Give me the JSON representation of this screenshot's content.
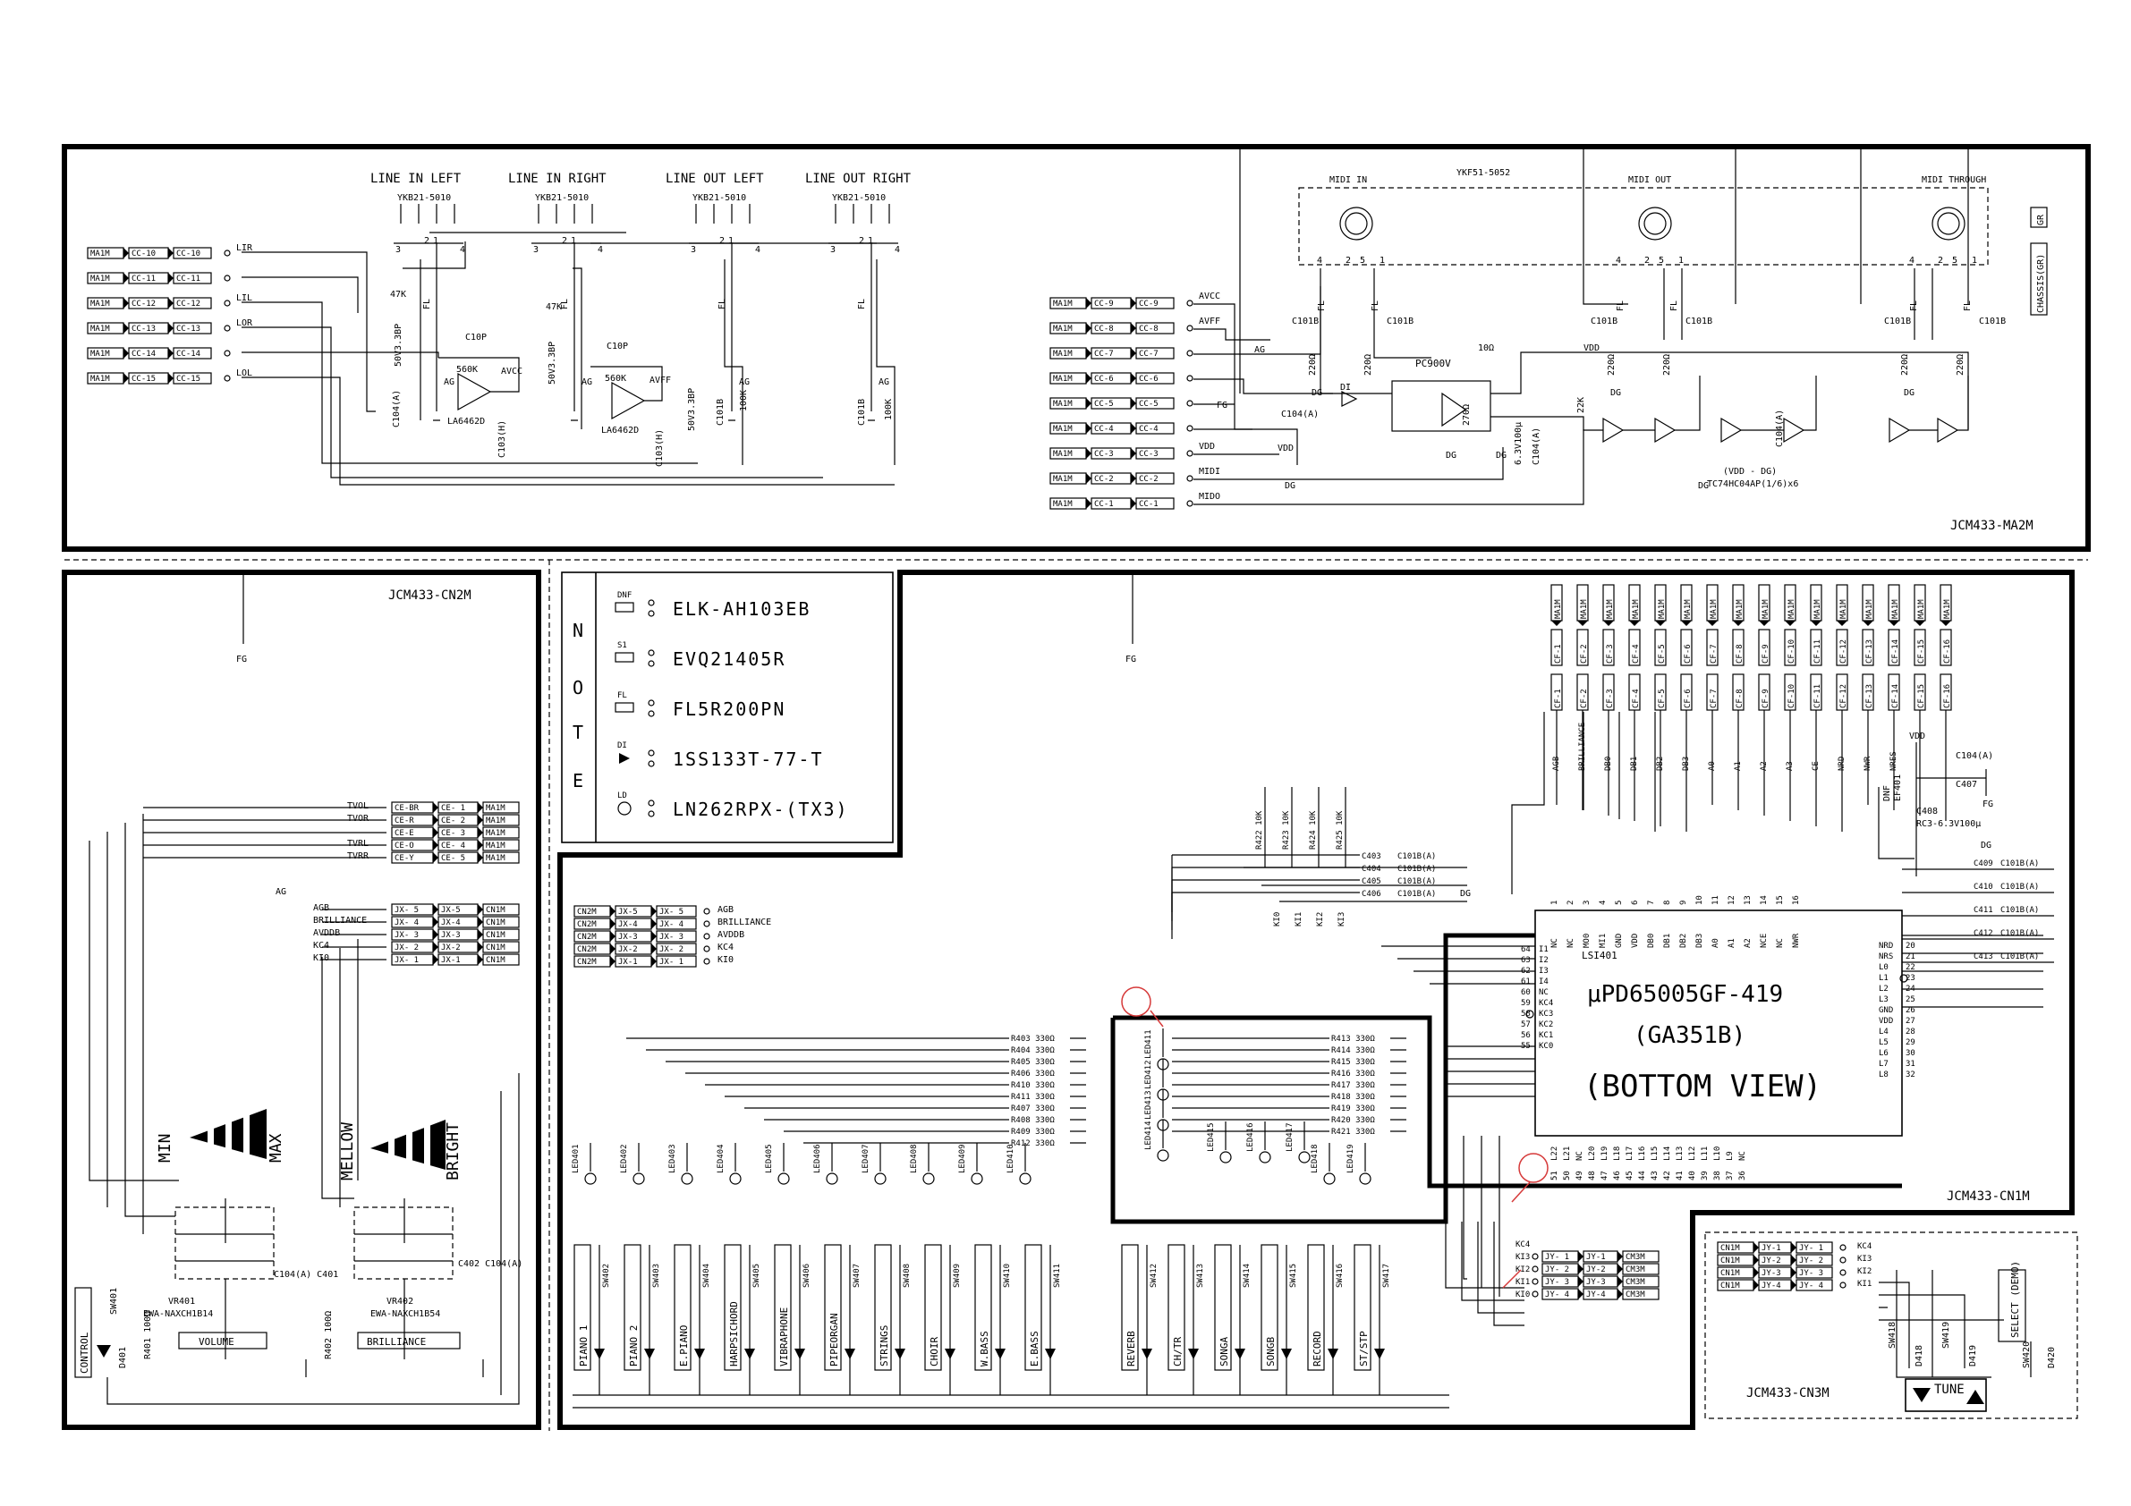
{
  "boards": {
    "ma2m": "JCM433-MA2M",
    "cn2m": "JCM433-CN2M",
    "cn1m": "JCM433-CN1M",
    "cn3m": "JCM433-CN3M"
  },
  "audio": {
    "jack_titles": [
      "LINE IN LEFT",
      "LINE IN RIGHT",
      "LINE OUT LEFT",
      "LINE OUT RIGHT"
    ],
    "jack_part": "YKB21-5010",
    "connector_rows": [
      {
        "ma": "MA1M",
        "cc": "CC-10",
        "sig": "LIR"
      },
      {
        "ma": "MA1M",
        "cc": "CC-11",
        "sig": ""
      },
      {
        "ma": "MA1M",
        "cc": "CC-12",
        "sig": "LIL"
      },
      {
        "ma": "MA1M",
        "cc": "CC-13",
        "sig": "LOR"
      },
      {
        "ma": "MA1M",
        "cc": "CC-14",
        "sig": ""
      },
      {
        "ma": "MA1M",
        "cc": "CC-15",
        "sig": "LOL"
      }
    ],
    "labels": {
      "r47k": "47K",
      "c10p": "C10P",
      "r560k": "560K",
      "avcc": "AVCC",
      "avff": "AVFF",
      "ic": "LA6462D",
      "cap_bp": "50V3.3BP",
      "c103h": "C103(H)",
      "c104a": "C104(A)",
      "c101b": "C101B",
      "r100k": "100K",
      "ag": "AG",
      "fg": "FG",
      "fl": "FL"
    }
  },
  "midi": {
    "titles": [
      "MIDI IN",
      "MIDI OUT",
      "MIDI THROUGH"
    ],
    "part": "YKF51-5052",
    "connector_rows": [
      {
        "ma": "MA1M",
        "cc": "CC-9",
        "sig": "AVCC"
      },
      {
        "ma": "MA1M",
        "cc": "CC-8",
        "sig": "AVFF"
      },
      {
        "ma": "MA1M",
        "cc": "CC-7",
        "sig": ""
      },
      {
        "ma": "MA1M",
        "cc": "CC-6",
        "sig": ""
      },
      {
        "ma": "MA1M",
        "cc": "CC-5",
        "sig": ""
      },
      {
        "ma": "MA1M",
        "cc": "CC-4",
        "sig": ""
      },
      {
        "ma": "MA1M",
        "cc": "CC-3",
        "sig": "VDD"
      },
      {
        "ma": "MA1M",
        "cc": "CC-2",
        "sig": "MIDI"
      },
      {
        "ma": "MA1M",
        "cc": "CC-1",
        "sig": "MIDO"
      }
    ],
    "labels": {
      "opto": "PC900V",
      "r10": "10Ω",
      "r220": "220Ω",
      "r270": "270Ω",
      "r22k": "22K",
      "cap": "6.3V100μ",
      "c104a": "C104(A)",
      "c101b": "C101B",
      "vdd": "VDD",
      "dg": "DG",
      "ag": "AG",
      "fg": "FG",
      "di": "DI",
      "fl": "FL",
      "gate_note1": "(VDD - DG)",
      "gate_note2": "TC74HC04AP(1/6)x6",
      "chassis": "CHASSIS(GR)",
      "gr": "GR"
    }
  },
  "notes": {
    "letters": [
      "N",
      "O",
      "T",
      "E"
    ],
    "parts": [
      "ELK-AH103EB",
      "EVQ21405R",
      "FL5R200PN",
      "1SS133T-77-T",
      "LN262RPX-(TX3)"
    ],
    "symbol_labels": [
      "DNF",
      "S1",
      "FL",
      "DI",
      "LD"
    ]
  },
  "cn2m": {
    "ce_rows": [
      {
        "sig": "TVOL",
        "ce": "CE-BR",
        "n": "CE- 1",
        "ma": "MA1M"
      },
      {
        "sig": "TVOR",
        "ce": "CE-R",
        "n": "CE- 2",
        "ma": "MA1M"
      },
      {
        "sig": "",
        "ce": "CE-E",
        "n": "CE- 3",
        "ma": "MA1M"
      },
      {
        "sig": "TVRL",
        "ce": "CE-O",
        "n": "CE- 4",
        "ma": "MA1M"
      },
      {
        "sig": "TVRR",
        "ce": "CE-Y",
        "n": "CE- 5",
        "ma": "MA1M"
      }
    ],
    "jx_rows": [
      {
        "sig": "AGB",
        "jx": "JX- 5",
        "n": "JX-5",
        "cn": "CN1M"
      },
      {
        "sig": "BRILLIANCE",
        "jx": "JX- 4",
        "n": "JX-4",
        "cn": "CN1M"
      },
      {
        "sig": "AVDDB",
        "jx": "JX- 3",
        "n": "JX-3",
        "cn": "CN1M"
      },
      {
        "sig": "KC4",
        "jx": "JX- 2",
        "n": "JX-2",
        "cn": "CN1M"
      },
      {
        "sig": "KI0",
        "jx": "JX- 1",
        "n": "JX-1",
        "cn": "CN1M"
      }
    ],
    "min": "MIN",
    "max": "MAX",
    "mellow": "MELLOW",
    "bright": "BRIGHT",
    "vr401": "VR401",
    "vr401_part": "EWA-NAXCH1B14",
    "vr402": "VR402",
    "vr402_part": "EWA-NAXCH1B54",
    "volume": "VOLUME",
    "brilliance": "BRILLIANCE",
    "control": "CONTROL",
    "sw401": "SW401",
    "d401": "D401",
    "r401": "R401 100Ω",
    "r402": "R402 100Ω",
    "c401": "C104(A) C401",
    "c402": "C402 C104(A)",
    "ag": "AG",
    "fg": "FG"
  },
  "cn1m": {
    "cf_connectors": [
      "CF-1",
      "CF-2",
      "CF-3",
      "CF-4",
      "CF-5",
      "CF-6",
      "CF-7",
      "CF-8",
      "CF-9",
      "CF-10",
      "CF-11",
      "CF-12",
      "CF-13",
      "CF-14",
      "CF-15",
      "CF-16"
    ],
    "cf_ma": "MA1M",
    "cf_signals": [
      "AGB",
      "BRILLIANCE",
      "DB0",
      "DB1",
      "DB2",
      "DB3",
      "A0",
      "A1",
      "A2",
      "A3",
      "CE",
      "NRD",
      "NWR",
      "NRES",
      "",
      ""
    ],
    "jx_rows": [
      {
        "cn": "CN2M",
        "jx": "JX-5",
        "n": "JX- 5",
        "sig": "AGB"
      },
      {
        "cn": "CN2M",
        "jx": "JX-4",
        "n": "JX- 4",
        "sig": "BRILLIANCE"
      },
      {
        "cn": "CN2M",
        "jx": "JX-3",
        "n": "JX- 3",
        "sig": "AVDDB"
      },
      {
        "cn": "CN2M",
        "jx": "JX-2",
        "n": "JX- 2",
        "sig": "KC4"
      },
      {
        "cn": "CN2M",
        "jx": "JX-1",
        "n": "JX- 1",
        "sig": "KI0"
      }
    ],
    "chip": {
      "name": "LSI401",
      "part": "μPD65005GF-419",
      "sub": "(GA351B)",
      "view": "(BOTTOM VIEW)"
    },
    "chip_top_pins": [
      "NC",
      "NC",
      "MO0",
      "MI1",
      "GND",
      "VDD",
      "DB0",
      "DB1",
      "DB2",
      "DB3",
      "A0",
      "A1",
      "A2",
      "NCE",
      "NC",
      "NWR"
    ],
    "chip_left_pins": [
      "I1",
      "I2",
      "I3",
      "I4",
      "NC",
      "KC4",
      "KC3",
      "KC2",
      "KC1",
      "KC0"
    ],
    "chip_right_pins": [
      "NRD",
      "NRS",
      "L0",
      "L1",
      "L2",
      "L3",
      "GND",
      "VDD",
      "L4",
      "L5",
      "L6",
      "L7",
      "L8"
    ],
    "chip_bottom_pins": [
      "L22",
      "L21",
      "NC",
      "L20",
      "L19",
      "L18",
      "L17",
      "L16",
      "L15",
      "L14",
      "L13",
      "L12",
      "L11",
      "L10",
      "L9",
      "NC"
    ],
    "resistors_left": [
      "R403 330Ω",
      "R404 330Ω",
      "R405 330Ω",
      "R406 330Ω",
      "R410 330Ω",
      "R411 330Ω",
      "R407 330Ω",
      "R408 330Ω",
      "R409 330Ω",
      "R412 330Ω"
    ],
    "resistors_right": [
      "R413 330Ω",
      "R414 330Ω",
      "R415 330Ω",
      "R416 330Ω",
      "R417 330Ω",
      "R418 330Ω",
      "R419 330Ω",
      "R420 330Ω",
      "R421 330Ω"
    ],
    "led_labels": [
      "LED401",
      "LED402",
      "LED403",
      "LED404",
      "LED405",
      "LED406",
      "LED407",
      "LED408",
      "LED409",
      "LED410",
      "LED411",
      "LED412",
      "LED413",
      "LED414",
      "LED415",
      "LED416",
      "LED417",
      "LED418",
      "LED419"
    ],
    "left_buttons": [
      "PIANO 1",
      "PIANO 2",
      "E.PIANO",
      "HARPSICHORD",
      "VIBRAPHONE",
      "PIPEORGAN",
      "STRINGS",
      "CHOIR",
      "W.BASS",
      "E.BASS"
    ],
    "right_buttons": [
      "REVERB",
      "CH/TR",
      "SONGA",
      "SONGB",
      "RECORD",
      "ST/STP"
    ],
    "sw_left": [
      "SW402",
      "SW403",
      "SW404",
      "SW405",
      "SW406",
      "SW407",
      "SW408",
      "SW409",
      "SW410",
      "SW411"
    ],
    "sw_right": [
      "SW412",
      "SW413",
      "SW414",
      "SW415",
      "SW416",
      "SW417"
    ],
    "ki_pins": [
      "KI0",
      "KI1",
      "KI2",
      "KI3",
      "KC4"
    ],
    "caps": [
      "C403",
      "C404",
      "C405",
      "C406"
    ],
    "cap_values": [
      "C101B(A)",
      "C101B(A)",
      "C101B(A)",
      "C101B(A)"
    ],
    "right_caps": [
      "C409",
      "C410",
      "C411",
      "C412",
      "C413"
    ],
    "right_cap_value": "C101B(A)",
    "r_top": [
      "R422 10K",
      "R423 10K",
      "R424 10K",
      "R425 10K"
    ],
    "jy_rows": [
      {
        "sig": "KC4",
        "jy": "",
        "n": "",
        "cm": ""
      },
      {
        "sig": "KI3",
        "jy": "JY- 1",
        "n": "JY-1",
        "cm": "CM3M"
      },
      {
        "sig": "KI2",
        "jy": "JY- 2",
        "n": "JY-2",
        "cm": "CM3M"
      },
      {
        "sig": "KI1",
        "jy": "JY- 3",
        "n": "JY-3",
        "cm": "CM3M"
      },
      {
        "sig": "KI0",
        "jy": "JY- 4",
        "n": "JY-4",
        "cm": "CM3M"
      }
    ],
    "vdd": "VDD",
    "dg": "DG",
    "fg": "FG",
    "c104a": "C104(A)",
    "c407": "C407",
    "c408": "C408",
    "c408_val": "RC3-6.3V100μ",
    "ef401": "EF401",
    "dnf": "DNF"
  },
  "cn3m": {
    "rows": [
      {
        "cn": "CN1M",
        "jy": "JY-1",
        "n": "JY- 1",
        "sig": "KC4"
      },
      {
        "cn": "CN1M",
        "jy": "JY-2",
        "n": "JY- 2",
        "sig": "KI3"
      },
      {
        "cn": "CN1M",
        "jy": "JY-3",
        "n": "JY- 3",
        "sig": "KI2"
      },
      {
        "cn": "CN1M",
        "jy": "JY-4",
        "n": "JY- 4",
        "sig": "KI1"
      }
    ],
    "select": "SELECT (DEMO)",
    "tune": "TUNE",
    "switches": [
      "SW418",
      "SW419",
      "SW420"
    ],
    "diodes": [
      "D418",
      "D419",
      "D420"
    ]
  }
}
